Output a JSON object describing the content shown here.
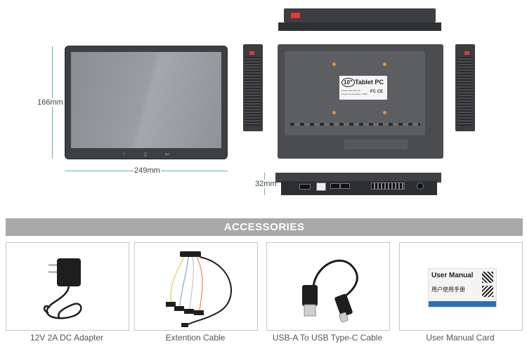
{
  "dimensions": {
    "height": "166mm",
    "width": "249mm",
    "depth": "32mm"
  },
  "tablet_buttons": [
    "○",
    "▯",
    "↩"
  ],
  "back_label": {
    "badge": "10\"",
    "title": "Tablet PC",
    "line1": "Power Input 12V 2A",
    "line2": "Power Consumption ≤ 15W",
    "marks": "FC CE"
  },
  "banner_title": "ACCESSORIES",
  "accessories": [
    {
      "name": "12V 2A DC Adapter",
      "icon": "power-adapter-icon"
    },
    {
      "name": "Extention Cable",
      "icon": "cable-harness-icon"
    },
    {
      "name": "USB-A To USB Type-C Cable",
      "icon": "usb-cable-icon"
    },
    {
      "name": "User Manual Card",
      "icon": "manual-card-icon"
    }
  ],
  "manual_card": {
    "title_en": "User Manual",
    "title_cn": "用户使用手册"
  },
  "colors": {
    "banner": "#a7a9ab",
    "dimension_line": "#5fb3b3",
    "accent_orange": "#e9922e",
    "power_button": "#e53935"
  }
}
